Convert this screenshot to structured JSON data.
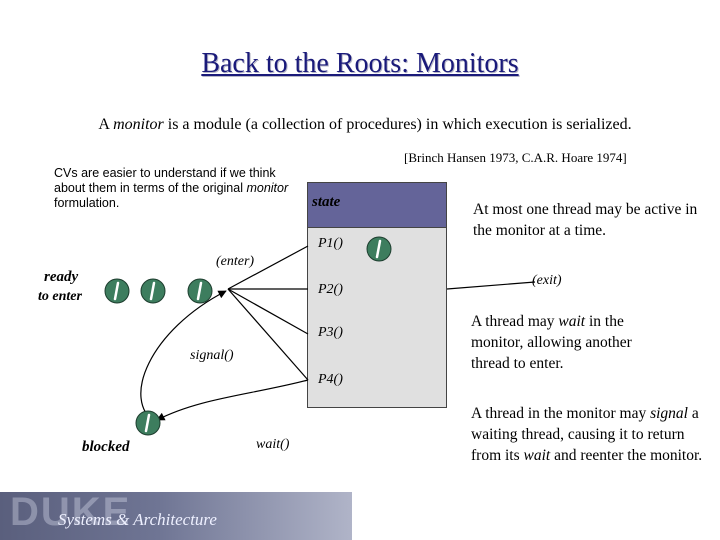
{
  "title": "Back to the Roots: Monitors",
  "subtitle_parts": [
    "A ",
    "monitor",
    " is a module (a collection of procedures) in which execution is serialized."
  ],
  "citation": "[Brinch Hansen 1973, C.A.R. Hoare 1974]",
  "note_parts": [
    "CVs are easier to understand if we think about them in terms of the original ",
    "monitor",
    " formulation."
  ],
  "diagram": {
    "state_label": "state",
    "procedures": [
      "P1()",
      "P2()",
      "P3()",
      "P4()"
    ],
    "enter_label": "(enter)",
    "exit_label": "(exit)",
    "signal_label": "signal()",
    "wait_label": "wait()",
    "ready_label": "ready",
    "to_enter_label": "to enter",
    "blocked_label": "blocked"
  },
  "side_notes": {
    "one_thread": "At most one thread may be active in the monitor at a time.",
    "wait_parts": [
      "A thread may ",
      "wait",
      " in the monitor, allowing another thread to enter."
    ],
    "signal_parts": [
      "A thread in the monitor may ",
      "signal",
      " a waiting thread, causing it to return from its ",
      "wait",
      " and reenter the monitor."
    ]
  },
  "footer": {
    "logo_text": "DUKE",
    "caption": "Systems & Architecture"
  },
  "colors": {
    "state_bar": "#646499",
    "monitor_body": "#e0e0e0",
    "thread_fill": "#3d7d5e",
    "title": "#1a1a7a"
  },
  "icons": [
    "thread-icon"
  ]
}
